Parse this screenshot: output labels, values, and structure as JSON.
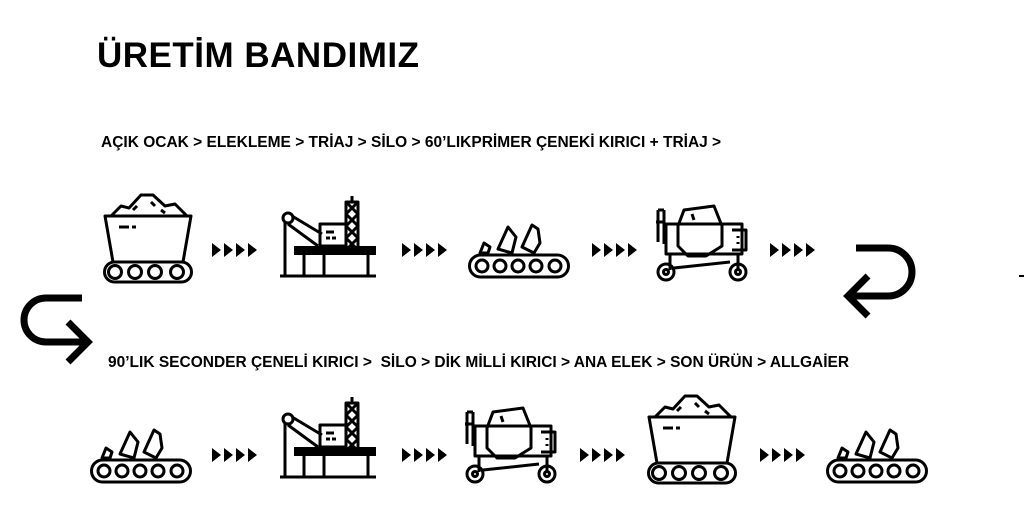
{
  "title": "ÜRETİM BANDIMIZ",
  "flow_line_1": "AÇIK OCAK > ELEKLEME > TRİAJ > SİLO > 60’LIKPRİMER ÇENEKİ KIRICI + TRİAJ >",
  "flow_line_2": "90’LIK SECONDER ÇENELİ KIRICI >  SİLO > DİK MİLLİ KIRICI > ANA ELEK > SON ÜRÜN > ALLGAİER",
  "row1_icons": [
    "mine-cart-icon",
    "drilling-rig-icon",
    "conveyor-icon",
    "crusher-mixer-icon"
  ],
  "row2_icons": [
    "conveyor-icon",
    "drilling-rig-icon",
    "crusher-mixer-icon",
    "mine-cart-icon",
    "conveyor-icon"
  ],
  "colors": {
    "ink": "#000000",
    "background": "#ffffff"
  }
}
